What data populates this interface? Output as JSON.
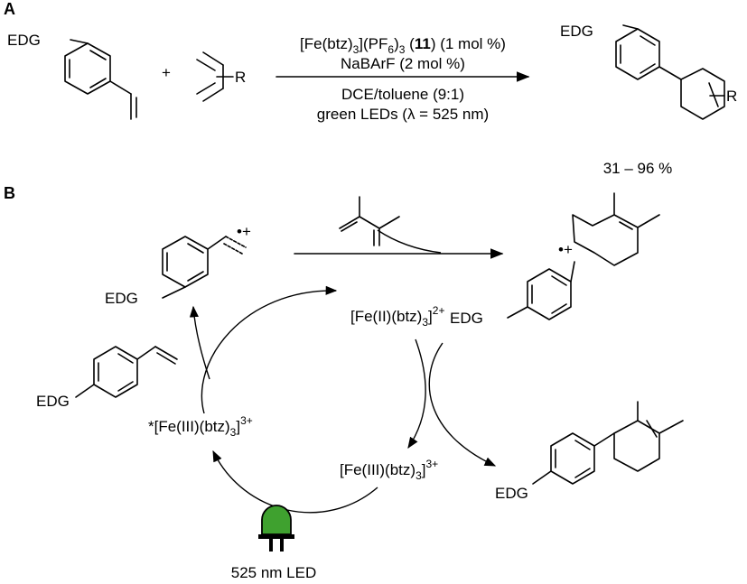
{
  "panel_a": {
    "label": "A",
    "reactant_substituent": "EDG",
    "plus_sign": "+",
    "diene_substituent": "R",
    "conditions": {
      "catalyst_prefix": "[Fe(btz)",
      "catalyst_sub1": "3",
      "catalyst_mid": "](PF",
      "catalyst_sub2": "6",
      "catalyst_sub3": "3",
      "catalyst_number": "11",
      "catalyst_loading": "(1 mol %)",
      "additive": "NaBArF (2 mol %)",
      "solvent": "DCE/toluene (9:1)",
      "light": "green LEDs (λ = 525 nm)"
    },
    "product_substituent": "EDG",
    "product_ring_substituent": "R",
    "yield": "31 – 96 %"
  },
  "panel_b": {
    "label": "B",
    "radical_cation_substituent": "EDG",
    "radical_cation_charge": "•+",
    "styrene_substituent": "EDG",
    "adduct_substituent": "EDG",
    "adduct_charge": "•+",
    "final_product_substituent": "EDG",
    "fe2": {
      "prefix": "[Fe(II)(btz)",
      "sub": "3",
      "charge": "2+"
    },
    "fe3": {
      "prefix": "[Fe(III)(btz)",
      "sub": "3",
      "charge": "3+"
    },
    "fe3_excited": {
      "prefix": "*[Fe(III)(btz)",
      "sub": "3",
      "charge": "3+"
    },
    "led_label": "525 nm LED"
  },
  "colors": {
    "led_green": "#3fa12f",
    "ink": "#000000"
  }
}
